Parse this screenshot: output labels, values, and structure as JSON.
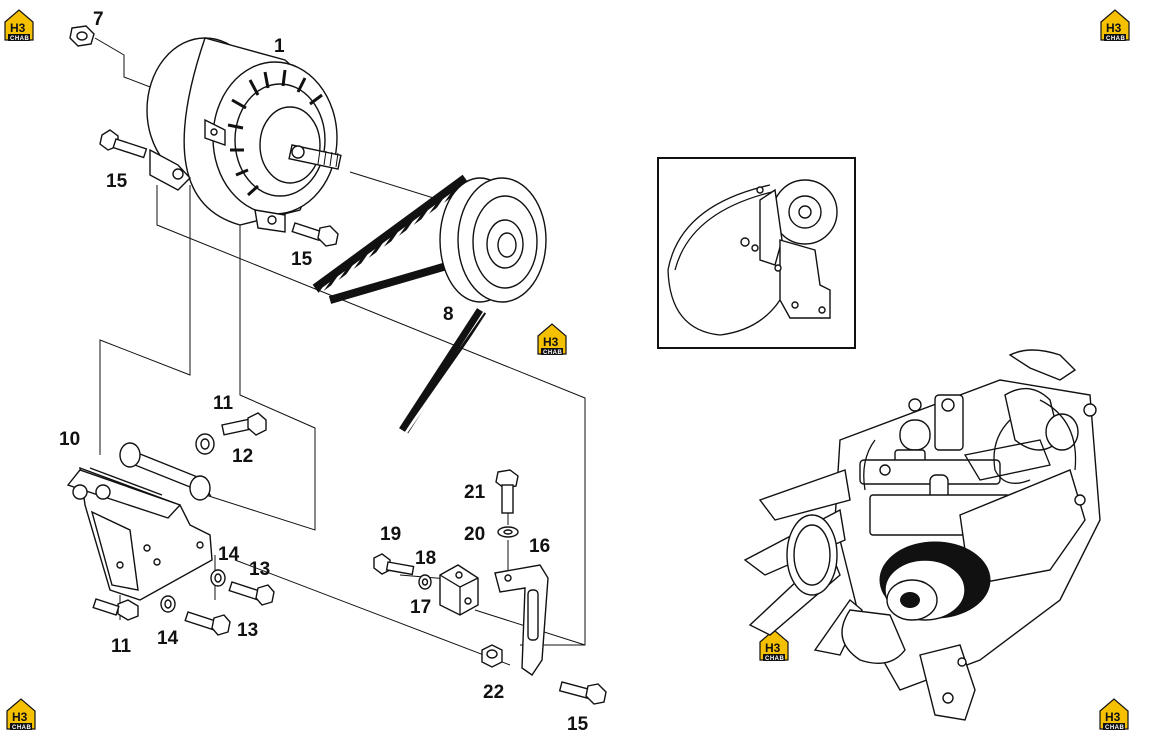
{
  "callouts": [
    {
      "id": "c1",
      "text": "1"
    },
    {
      "id": "c7",
      "text": "7"
    },
    {
      "id": "c15a",
      "text": "15"
    },
    {
      "id": "c15b",
      "text": "15"
    },
    {
      "id": "c8",
      "text": "8"
    },
    {
      "id": "c11a",
      "text": "11"
    },
    {
      "id": "c12",
      "text": "12"
    },
    {
      "id": "c10",
      "text": "10"
    },
    {
      "id": "c14a",
      "text": "14"
    },
    {
      "id": "c13a",
      "text": "13"
    },
    {
      "id": "c14b",
      "text": "14"
    },
    {
      "id": "c13b",
      "text": "13"
    },
    {
      "id": "c11b",
      "text": "11"
    },
    {
      "id": "c21",
      "text": "21"
    },
    {
      "id": "c20",
      "text": "20"
    },
    {
      "id": "c16",
      "text": "16"
    },
    {
      "id": "c19",
      "text": "19"
    },
    {
      "id": "c18",
      "text": "18"
    },
    {
      "id": "c17",
      "text": "17"
    },
    {
      "id": "c22",
      "text": "22"
    },
    {
      "id": "c15c",
      "text": "15"
    }
  ],
  "watermark": {
    "mark": "H3",
    "sub": "CHAB",
    "colors": {
      "accent": "#f5c000",
      "ink": "#111111"
    }
  },
  "icons": [
    "alternator-icon",
    "belt-icon",
    "pulley-icon",
    "bracket-icon",
    "bolt-icon",
    "washer-icon",
    "nut-icon",
    "engine-icon",
    "belt-routing-inset-icon",
    "watermark-logo-icon"
  ]
}
